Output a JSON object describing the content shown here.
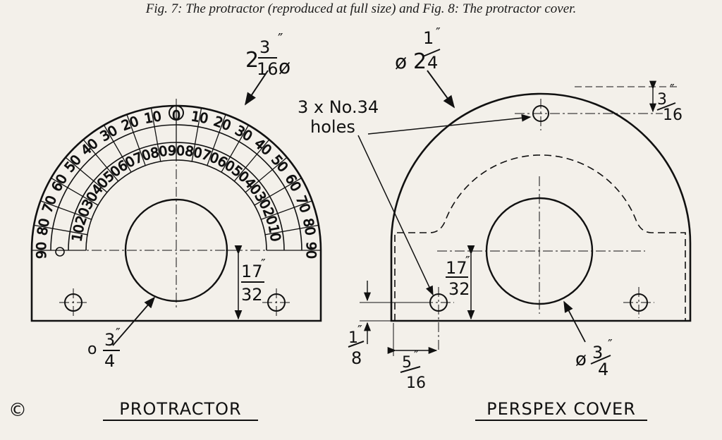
{
  "caption": "Fig. 7: The protractor (reproduced at full size) and Fig. 8: The protractor cover.",
  "copyright": "©",
  "protractor": {
    "title": "PROTRACTOR",
    "outer_dim": {
      "whole": "2",
      "num": "3",
      "den": "16",
      "inch": "″",
      "sym": "ø"
    },
    "height_dim": {
      "num": "17",
      "den": "32",
      "inch": "″"
    },
    "bore_dim": {
      "sym": "o",
      "num": "3",
      "den": "4",
      "inch": "″"
    },
    "scale_outer": [
      "90",
      "80",
      "70",
      "60",
      "50",
      "40",
      "30",
      "20",
      "10",
      "0",
      "10",
      "20",
      "30",
      "40",
      "50",
      "60",
      "70",
      "80",
      "90"
    ],
    "scale_inner": [
      "10",
      "20",
      "30",
      "40",
      "50",
      "60",
      "70",
      "80",
      "90",
      "80",
      "70",
      "60",
      "50",
      "40",
      "30",
      "20",
      "10"
    ]
  },
  "cover": {
    "title": "PERSPEX COVER",
    "outer_dim": {
      "sym": "ø",
      "whole": "2",
      "num": "1",
      "den": "4",
      "inch": "″"
    },
    "holes_label_line1": "3 x No.34",
    "holes_label_line2": "holes",
    "top_dim": {
      "num": "3",
      "den": "16",
      "inch": "″"
    },
    "height_dim": {
      "num": "17",
      "den": "32",
      "inch": "″"
    },
    "eighth_dim": {
      "num": "1",
      "den": "8",
      "inch": "″"
    },
    "offset_dim": {
      "num": "5",
      "den": "16",
      "inch": "″"
    },
    "bore_dim": {
      "sym": "ø",
      "num": "3",
      "den": "4",
      "inch": "″"
    }
  }
}
